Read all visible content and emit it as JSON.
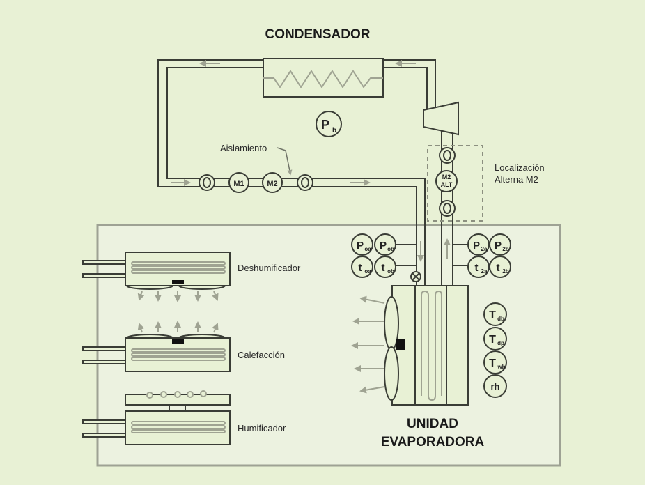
{
  "title_condenser": "CONDENSADOR",
  "title_evaporator_line1": "UNIDAD",
  "title_evaporator_line2": "EVAPORADORA",
  "labels": {
    "insulation": "Aislamiento",
    "alt_location_line1": "Localización",
    "alt_location_line2": "Alterna M2",
    "dehumidifier": "Deshumificador",
    "heating": "Calefacción",
    "humidifier": "Humificador"
  },
  "instruments": {
    "pb": {
      "main": "P",
      "sub": "b"
    },
    "m1": "M1",
    "m2": "M2",
    "m2alt_line1": "M2",
    "m2alt_line2": "ALT",
    "poa": {
      "main": "P",
      "sub": "oa"
    },
    "pob": {
      "main": "P",
      "sub": "ob"
    },
    "toa": {
      "main": "t",
      "sub": "oa"
    },
    "tob": {
      "main": "t",
      "sub": "ob"
    },
    "p2a": {
      "main": "P",
      "sub": "2a"
    },
    "p2b": {
      "main": "P",
      "sub": "2b"
    },
    "t2a": {
      "main": "t",
      "sub": "2a"
    },
    "t2b": {
      "main": "t",
      "sub": "2b"
    },
    "tdb": {
      "main": "T",
      "sub": "db"
    },
    "tdp": {
      "main": "T",
      "sub": "dp"
    },
    "twb": {
      "main": "T",
      "sub": "wb"
    },
    "rh": "rh"
  },
  "colors": {
    "background": "#e8f1d5",
    "line": "#3a3d36",
    "flow_arrow": "#9fa392"
  }
}
